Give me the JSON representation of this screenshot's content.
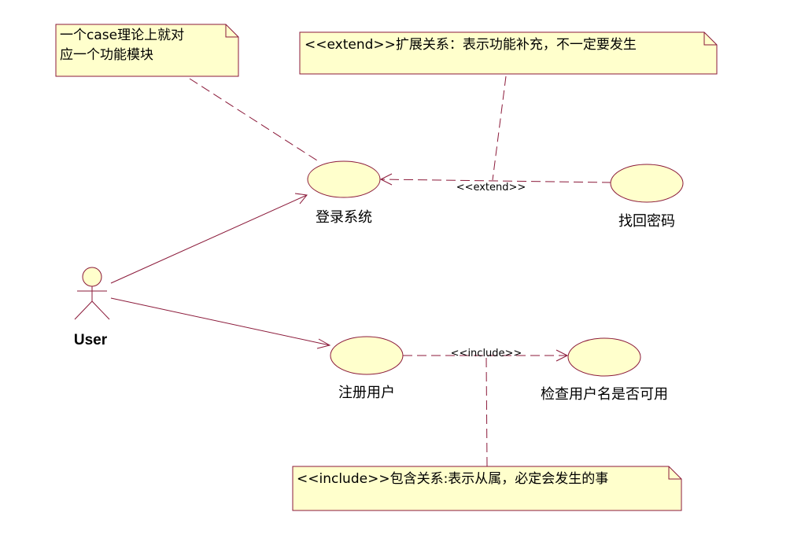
{
  "colors": {
    "line": "#8b1a3a",
    "fill": "#ffffcc",
    "text": "#000000"
  },
  "actor": {
    "label": "User"
  },
  "use_cases": {
    "login": "登录系统",
    "recover": "找回密码",
    "register": "注册用户",
    "check": "检查用户名是否可用"
  },
  "relations": {
    "extend": "<<extend>>",
    "include": "<<include>>"
  },
  "notes": {
    "case": [
      "一个case理论上就对",
      "应一个功能模块"
    ],
    "extend": [
      "<<extend>>扩展关系：表示功能补充，不一定要发生"
    ],
    "include": [
      "<<include>>包含关系:表示从属，必定会发生的事"
    ]
  }
}
